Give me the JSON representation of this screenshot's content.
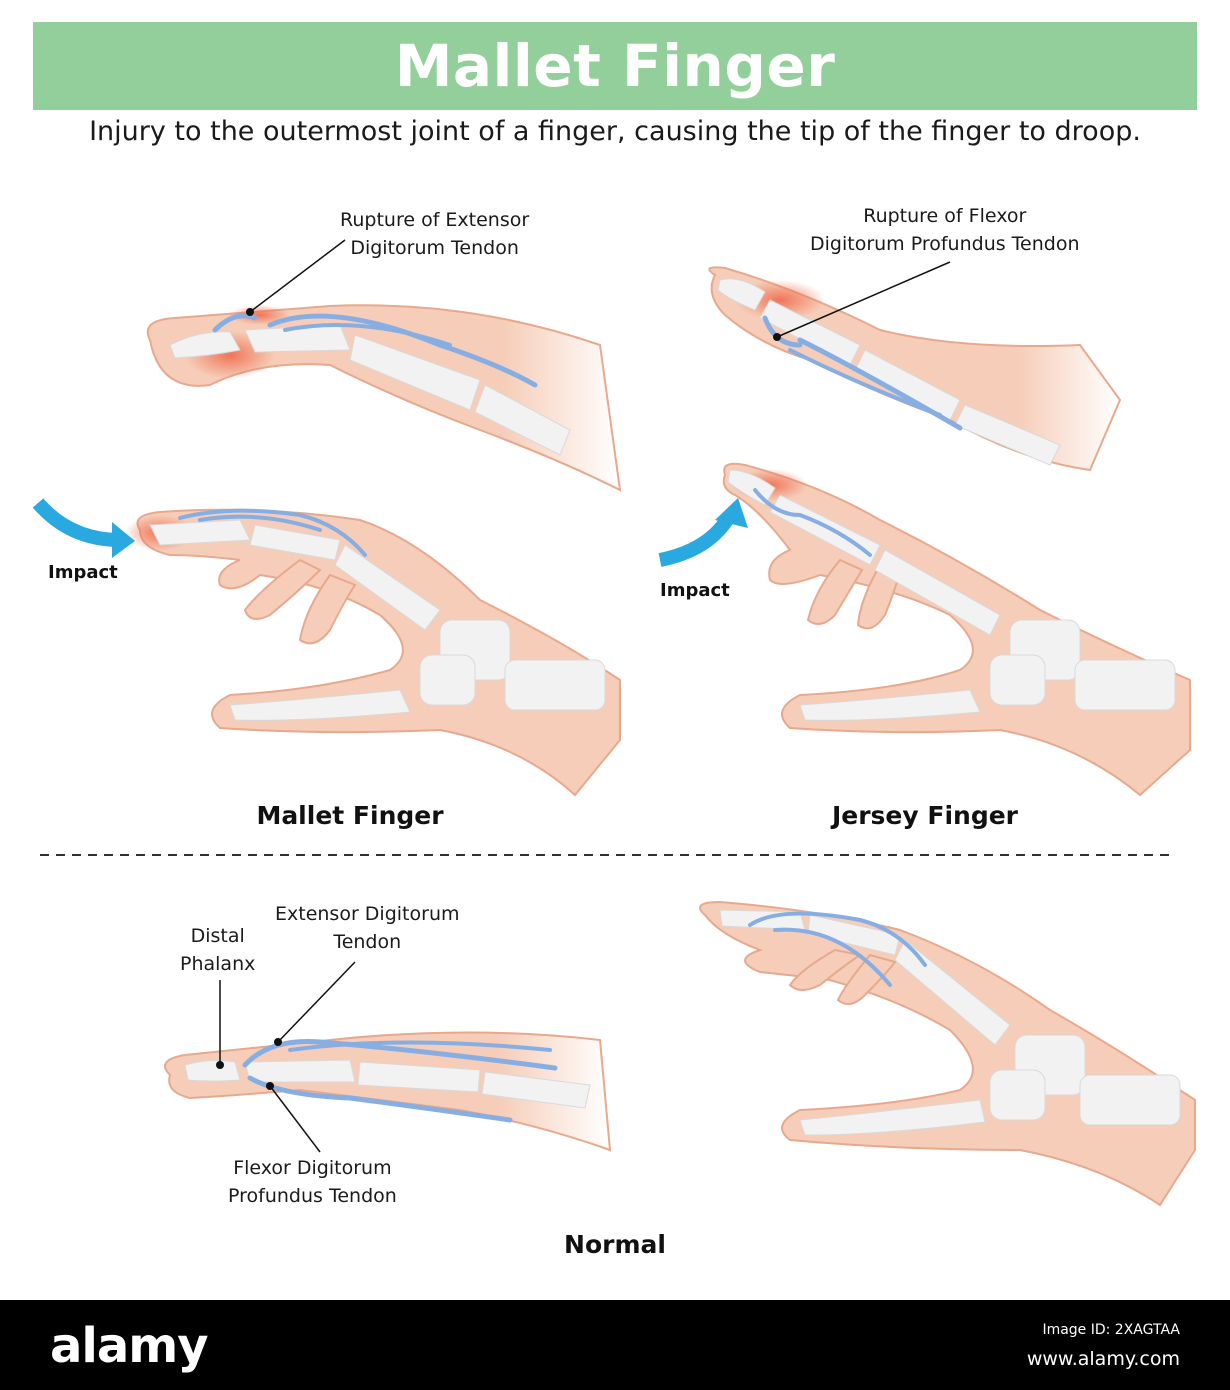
{
  "title": "Mallet Finger",
  "subtitle": "Injury to the outermost joint of a finger, causing the tip of the finger to droop.",
  "labels": {
    "rupture_extensor_l1": "Rupture of Extensor",
    "rupture_extensor_l2": "Digitorum Tendon",
    "rupture_flexor_l1": "Rupture of Flexor",
    "rupture_flexor_l2": "Digitorum Profundus Tendon",
    "impact_left": "Impact",
    "impact_right": "Impact",
    "distal_l1": "Distal",
    "distal_l2": "Phalanx",
    "extensor_l1": "Extensor Digitorum",
    "extensor_l2": "Tendon",
    "flexor_l1": "Flexor Digitorum",
    "flexor_l2": "Profundus Tendon"
  },
  "captions": {
    "mallet": "Mallet Finger",
    "jersey": "Jersey Finger",
    "normal": "Normal"
  },
  "footer": {
    "logo": "alamy",
    "image_id": "Image ID: 2XAGTAA",
    "site": "www.alamy.com"
  },
  "colors": {
    "banner": "#93cf9a",
    "skin": "#f6cdb8",
    "skin_edge": "#e7a98e",
    "bone": "#f2f2f2",
    "tendon": "#86aee3",
    "injury": "#ef6b4c",
    "arrow": "#2aa9e0"
  }
}
